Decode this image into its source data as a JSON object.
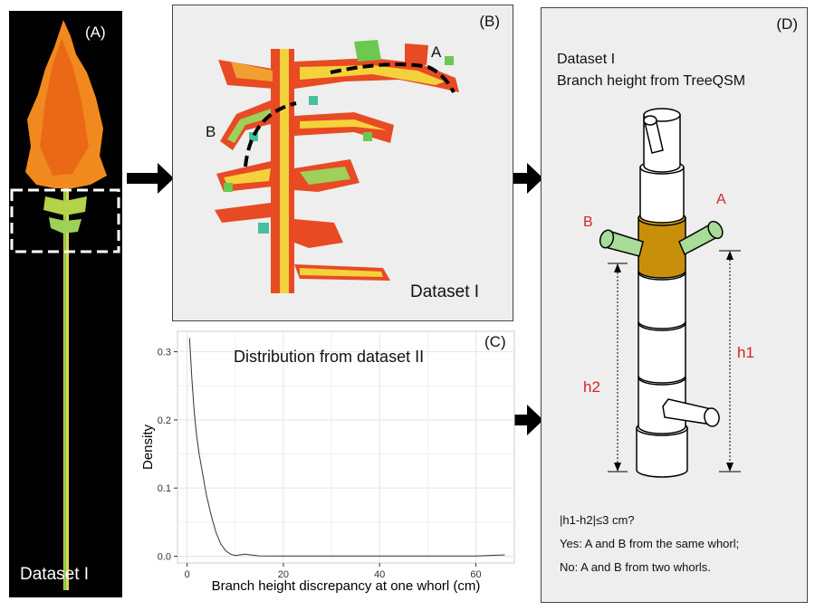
{
  "panel_a": {
    "label": "(A)",
    "dataset_label": "Dataset I"
  },
  "panel_b": {
    "label": "(B)",
    "point_a": "A",
    "point_b": "B",
    "dataset_label": "Dataset I"
  },
  "panel_c": {
    "label": "(C)",
    "title": "Distribution from dataset II",
    "chart_data": {
      "type": "line",
      "title": "Distribution from dataset II",
      "xlabel": "Branch height discrepancy at one whorl (cm)",
      "ylabel": "Density",
      "xlim": [
        -2,
        68
      ],
      "ylim": [
        -0.01,
        0.33
      ],
      "x_ticks": [
        0,
        20,
        40,
        60
      ],
      "x_tick_labels": [
        "0",
        "20",
        "40",
        "60"
      ],
      "y_ticks": [
        0.0,
        0.1,
        0.2,
        0.3
      ],
      "y_tick_labels": [
        "0.0",
        "0.1",
        "0.2",
        "0.3"
      ],
      "grid": true,
      "series": [
        {
          "x": [
            0.5,
            1,
            1.5,
            2,
            2.5,
            3,
            3.5,
            4,
            5,
            6,
            7,
            8,
            9,
            10,
            12,
            15,
            20,
            30,
            40,
            50,
            60,
            66
          ],
          "y": [
            0.32,
            0.26,
            0.21,
            0.175,
            0.15,
            0.13,
            0.11,
            0.09,
            0.06,
            0.035,
            0.018,
            0.008,
            0.003,
            0.001,
            0.003,
            0.0005,
            0.0003,
            0.0002,
            0.0002,
            0.0002,
            0.0002,
            0.002
          ]
        }
      ]
    }
  },
  "panel_d": {
    "label": "(D)",
    "title_line1": "Dataset I",
    "title_line2": "Branch height from TreeQSM",
    "branch_a": "A",
    "branch_b": "B",
    "h1": "h1",
    "h2": "h2",
    "question": "|h1-h2|≤3 cm?",
    "yes": "Yes: A and B from the same whorl;",
    "no": "No: A and B from two whorls.",
    "colors": {
      "segment": "#c8900a",
      "branch": "#a8dc98",
      "label": "#d42424"
    }
  }
}
